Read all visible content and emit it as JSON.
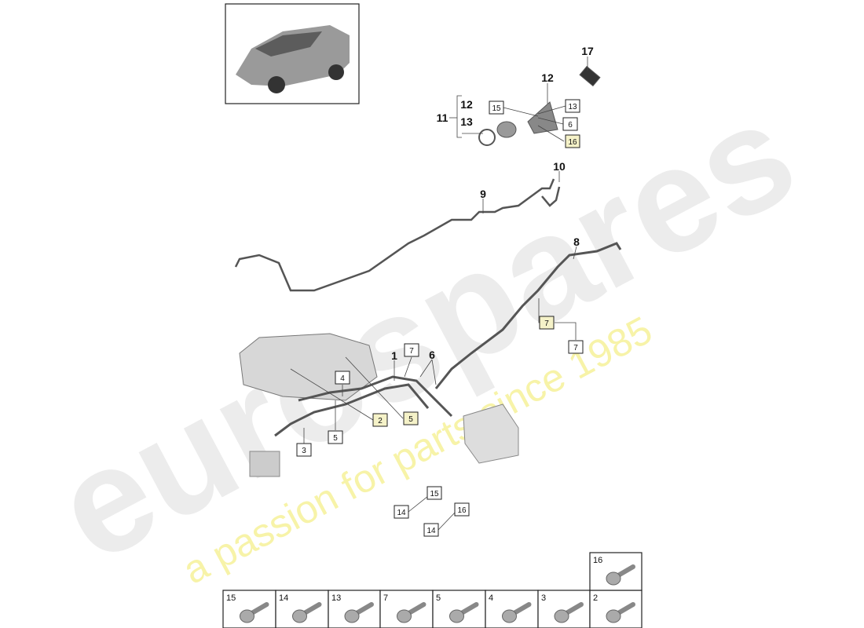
{
  "watermark": {
    "brand": "eurospares",
    "tagline": "a passion for parts since 1985"
  },
  "callouts_bold": [
    {
      "id": "c17",
      "text": "17"
    },
    {
      "id": "c12a",
      "text": "12"
    },
    {
      "id": "c11",
      "text": "11"
    },
    {
      "id": "c12b",
      "text": "12"
    },
    {
      "id": "c13",
      "text": "13"
    },
    {
      "id": "c10",
      "text": "10"
    },
    {
      "id": "c9",
      "text": "9"
    },
    {
      "id": "c8",
      "text": "8"
    },
    {
      "id": "c1",
      "text": "1"
    },
    {
      "id": "c6",
      "text": "6"
    }
  ],
  "callouts_boxed": [
    {
      "text": "15"
    },
    {
      "text": "13"
    },
    {
      "text": "6"
    },
    {
      "text": "16"
    },
    {
      "text": "7"
    },
    {
      "text": "7"
    },
    {
      "text": "7"
    },
    {
      "text": "4"
    },
    {
      "text": "2"
    },
    {
      "text": "5"
    },
    {
      "text": "5"
    },
    {
      "text": "3"
    },
    {
      "text": "15"
    },
    {
      "text": "14"
    },
    {
      "text": "16"
    },
    {
      "text": "14"
    }
  ],
  "fastener_table": {
    "top_row": [
      "16"
    ],
    "bottom_row": [
      "15",
      "14",
      "13",
      "7",
      "5",
      "4",
      "3",
      "2"
    ]
  }
}
